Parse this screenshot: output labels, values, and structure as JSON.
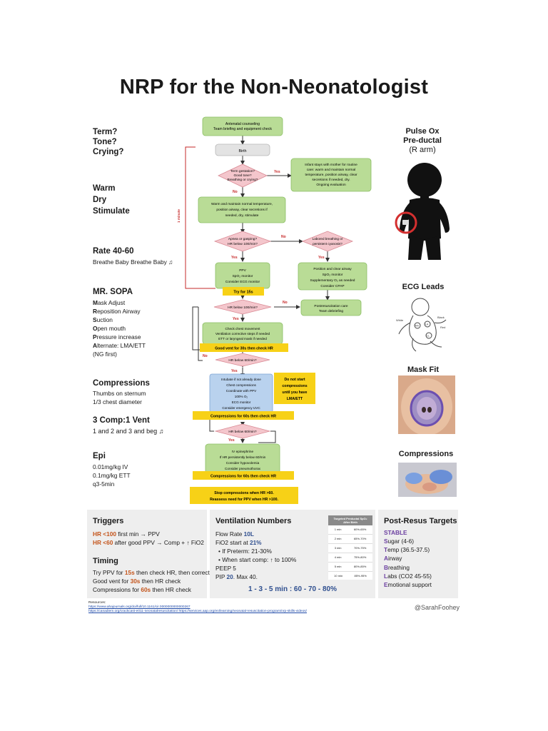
{
  "title": "NRP for the Non-Neonatologist",
  "left": {
    "assess": [
      "Term?",
      "Tone?",
      "Crying?"
    ],
    "warm": [
      "Warm",
      "Dry",
      "Stimulate"
    ],
    "rate_title": "Rate 40-60",
    "rate_sub": "Breathe Baby Breathe Baby ♫",
    "sopa_title": "MR. SOPA",
    "sopa_items": [
      {
        "first": "M",
        "rest": "ask Adjust"
      },
      {
        "first": "R",
        "rest": "eposition Airway"
      },
      {
        "first": "S",
        "rest": "uction"
      },
      {
        "first": "O",
        "rest": "pen mouth"
      },
      {
        "first": "P",
        "rest": "ressure increase"
      },
      {
        "first": "A",
        "rest": "lternate: LMA/ETT"
      }
    ],
    "sopa_note": "(NG first)",
    "comp_title": "Compressions",
    "comp_items": [
      "Thumbs on sternum",
      "1/3 chest diameter"
    ],
    "ratio_title": "3 Comp:1 Vent",
    "ratio_sub": "1 and 2 and 3 and beg ♫",
    "epi_title": "Epi",
    "epi_items": [
      "0.01mg/kg IV",
      "0.1mg/kg ETT",
      "q3-5min"
    ]
  },
  "right": {
    "pulseox": [
      "Pulse Ox",
      "Pre-ductal",
      "(R arm)"
    ],
    "ecg": "ECG Leads",
    "ecg_labels": [
      "White",
      "RA",
      "LA",
      "Black",
      "Red",
      "LL"
    ],
    "mask": "Mask Fit",
    "comp": "Compressions"
  },
  "flow": {
    "counsel": [
      "Antenatal counseling",
      "Team briefing and equipment check"
    ],
    "birth": "Birth",
    "d1": [
      "Term gestation?",
      "Good tone?",
      "Breathing or crying?"
    ],
    "routine": [
      "Infant stays with mother for routine",
      "care: warm and maintain normal",
      "temperature, position airway, clear",
      "secretions if needed, dry.",
      "Ongoing evaluation"
    ],
    "warm_box": [
      "Warm and maintain normal temperature,",
      "position airway, clear secretions if",
      "needed, dry, stimulate"
    ],
    "d2": [
      "Apnea or gasping?",
      "HR below 100/min?"
    ],
    "d3": [
      "Labored breathing or",
      "persistent cyanosis?"
    ],
    "ppv": [
      "PPV",
      "SpO₂ monitor",
      "Consider ECG monitor"
    ],
    "position": [
      "Position and clear airway",
      "SpO₂ monitor",
      "Supplementary O₂ as needed",
      "Consider CPAP"
    ],
    "try15": "Try for 15s",
    "d4": "HR below 100/min?",
    "post": [
      "Postresuscitation care",
      "Team debriefing"
    ],
    "check": [
      "Check chest movement",
      "Ventilation corrective steps if needed",
      "ETT or laryngeal mask if needed"
    ],
    "goodvent": "Good vent for 30s then check HR",
    "d5": "HR below 60/min?",
    "intubate": [
      "Intubate if not already done",
      "Chest compressions",
      "Coordinate with PPV",
      "100% O₂",
      "ECG monitor",
      "Consider emergency UVC"
    ],
    "dont": [
      "Do not start",
      "compressions",
      "until you have",
      "LMA/ETT"
    ],
    "comp60a": "Compressions for 60s then check HR",
    "d6": "HR below 60/min?",
    "epi": [
      "IV epinephrine",
      "If HR persistently below 60/min",
      "Consider hypovolemia",
      "Consider pneumothorax"
    ],
    "comp60b": "Compressions for 60s then check HR",
    "stop": [
      "Stop compressions when HR >60.",
      "Reassess need for PPV when HR >100."
    ],
    "yes": "Yes",
    "no": "No",
    "minute": "1 minute"
  },
  "panels": {
    "triggers_title": "Triggers",
    "trig1": {
      "hl": "HR <100",
      "rest": " first min → PPV"
    },
    "trig2": {
      "hl": "HR <60",
      "rest": " after good PPV → Comp + ↑ FiO2"
    },
    "timing_title": "Timing",
    "tim1": {
      "pre": "Try PPV for ",
      "hl": "15s",
      "post": " then check HR, then corrective"
    },
    "tim2": {
      "pre": "Good vent for ",
      "hl": "30s",
      "post": " then HR check"
    },
    "tim3": {
      "pre": "Compressions for ",
      "hl": "60s",
      "post": " then HR check"
    },
    "vent_title": "Ventilation Numbers",
    "flow": {
      "pre": "Flow Rate ",
      "hl": "10L"
    },
    "fio2": {
      "pre": "FiO2 start at ",
      "hl": "21%"
    },
    "preterm": "•  If Preterm: 21-30%",
    "startcomp": "•  When start comp: ↑ to 100%",
    "peep": "PEEP 5",
    "pip": {
      "pre": "PIP ",
      "hl": "20",
      "post": ". Max 40."
    },
    "spo2_head": [
      "Targeted Preductal SpO₂",
      "After Birth"
    ],
    "spo2_rows": [
      [
        "1 min",
        "60%-65%"
      ],
      [
        "2 min",
        "65%-70%"
      ],
      [
        "3 min",
        "70%-75%"
      ],
      [
        "4 min",
        "75%-80%"
      ],
      [
        "5 min",
        "80%-85%"
      ],
      [
        "10 min",
        "85%-95%"
      ]
    ],
    "mnemonic": "1 - 3 - 5 min : 60 - 70 - 80%",
    "post_title": "Post-Resus Targets",
    "stable": "STABLE",
    "stable_items": [
      {
        "first": "S",
        "rest": "ugar (4-6)"
      },
      {
        "first": "T",
        "rest": "emp (36.5-37.5)"
      },
      {
        "first": "A",
        "rest": "irway"
      },
      {
        "first": "B",
        "rest": "reathing"
      },
      {
        "first": "L",
        "rest": "abs (CO2 45-55)"
      },
      {
        "first": "E",
        "rest": "motional support"
      }
    ]
  },
  "footer": {
    "resources": "Resources:",
    "link1": "https://www.ahajournals.org/doi/full/10.1161/cir.0000000000000267",
    "link2": "https://canadiem.org/crackcast-e011-neonatalresuscitation/ https://services.aap.org/en/learning/neonatal-resuscitation-program/nrp-skills-videos/",
    "handle": "@SarahFoohey"
  },
  "colors": {
    "green": "#b9dc96",
    "pink": "#f4c6cc",
    "yellow": "#f7d117",
    "blue": "#b9d2ee",
    "red": "#d64040"
  }
}
